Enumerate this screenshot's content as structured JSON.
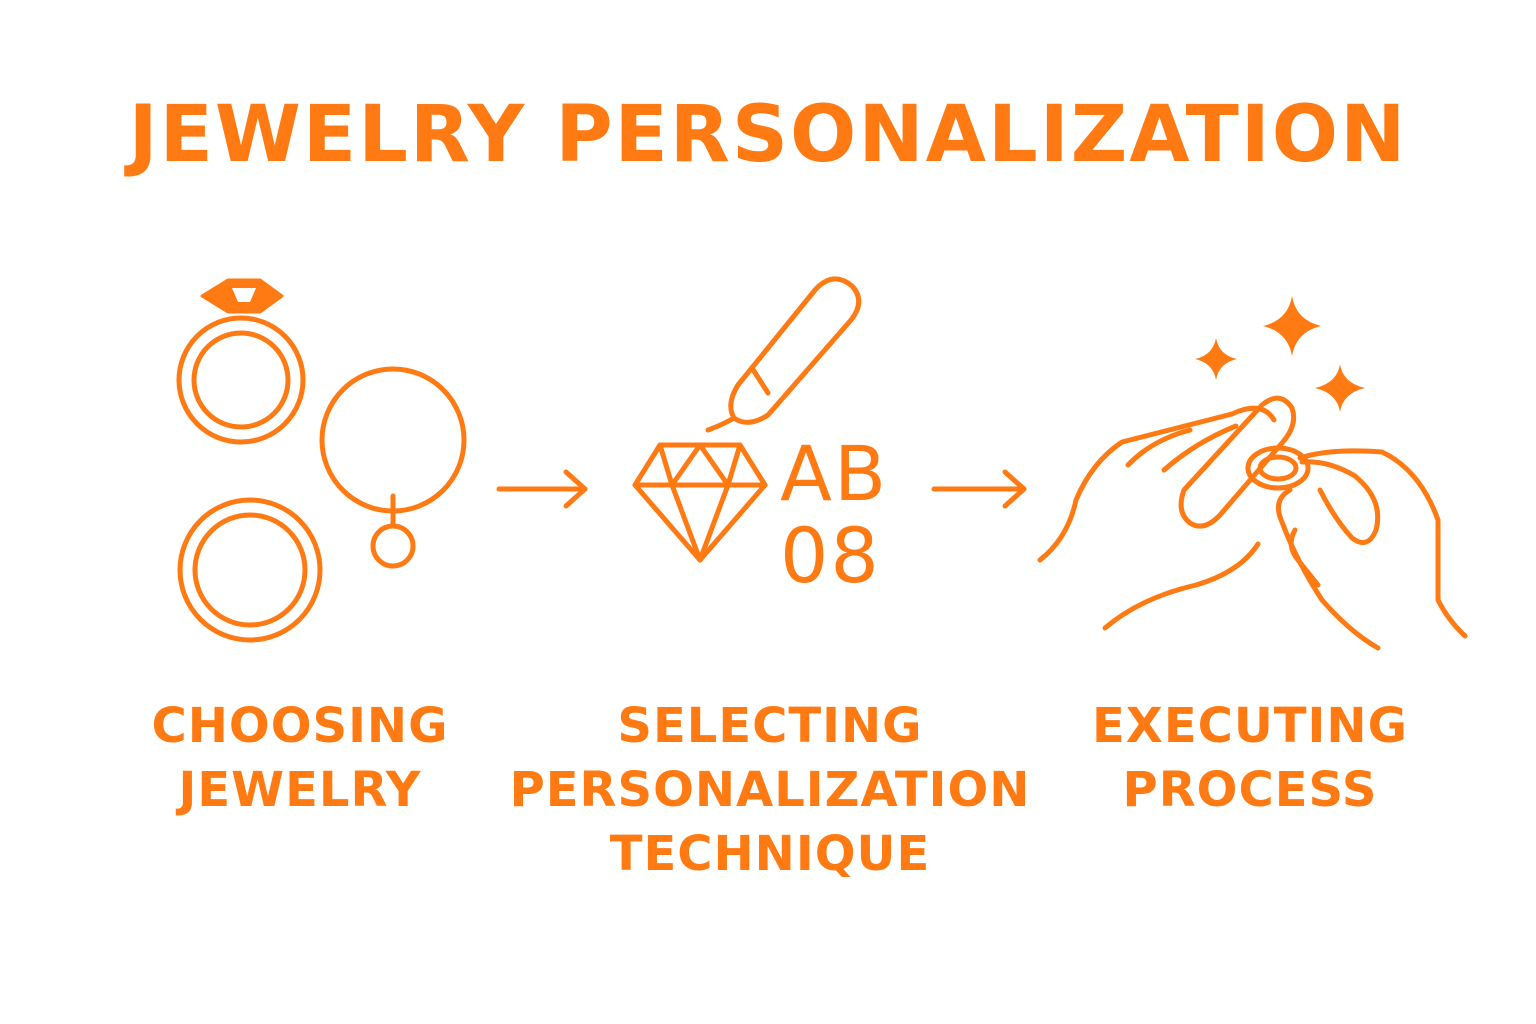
{
  "title": "JEWELRY PERSONALIZATION",
  "steps": [
    {
      "lines": [
        "CHOOSING",
        "JEWELRY"
      ],
      "icon": "rings-and-pendant-icon"
    },
    {
      "lines": [
        "SELECTING",
        "PERSONALIZATION",
        "TECHNIQUE"
      ],
      "icon": "engraving-diamond-icon",
      "code_top": "AB",
      "code_bottom": "08"
    },
    {
      "lines": [
        "EXECUTING",
        "PROCESS"
      ],
      "icon": "hands-with-ring-icon"
    }
  ],
  "arrows": [
    "arrow-right-icon",
    "arrow-right-icon"
  ],
  "colors": {
    "accent": "#ff7a12",
    "background": "#ffffff"
  }
}
